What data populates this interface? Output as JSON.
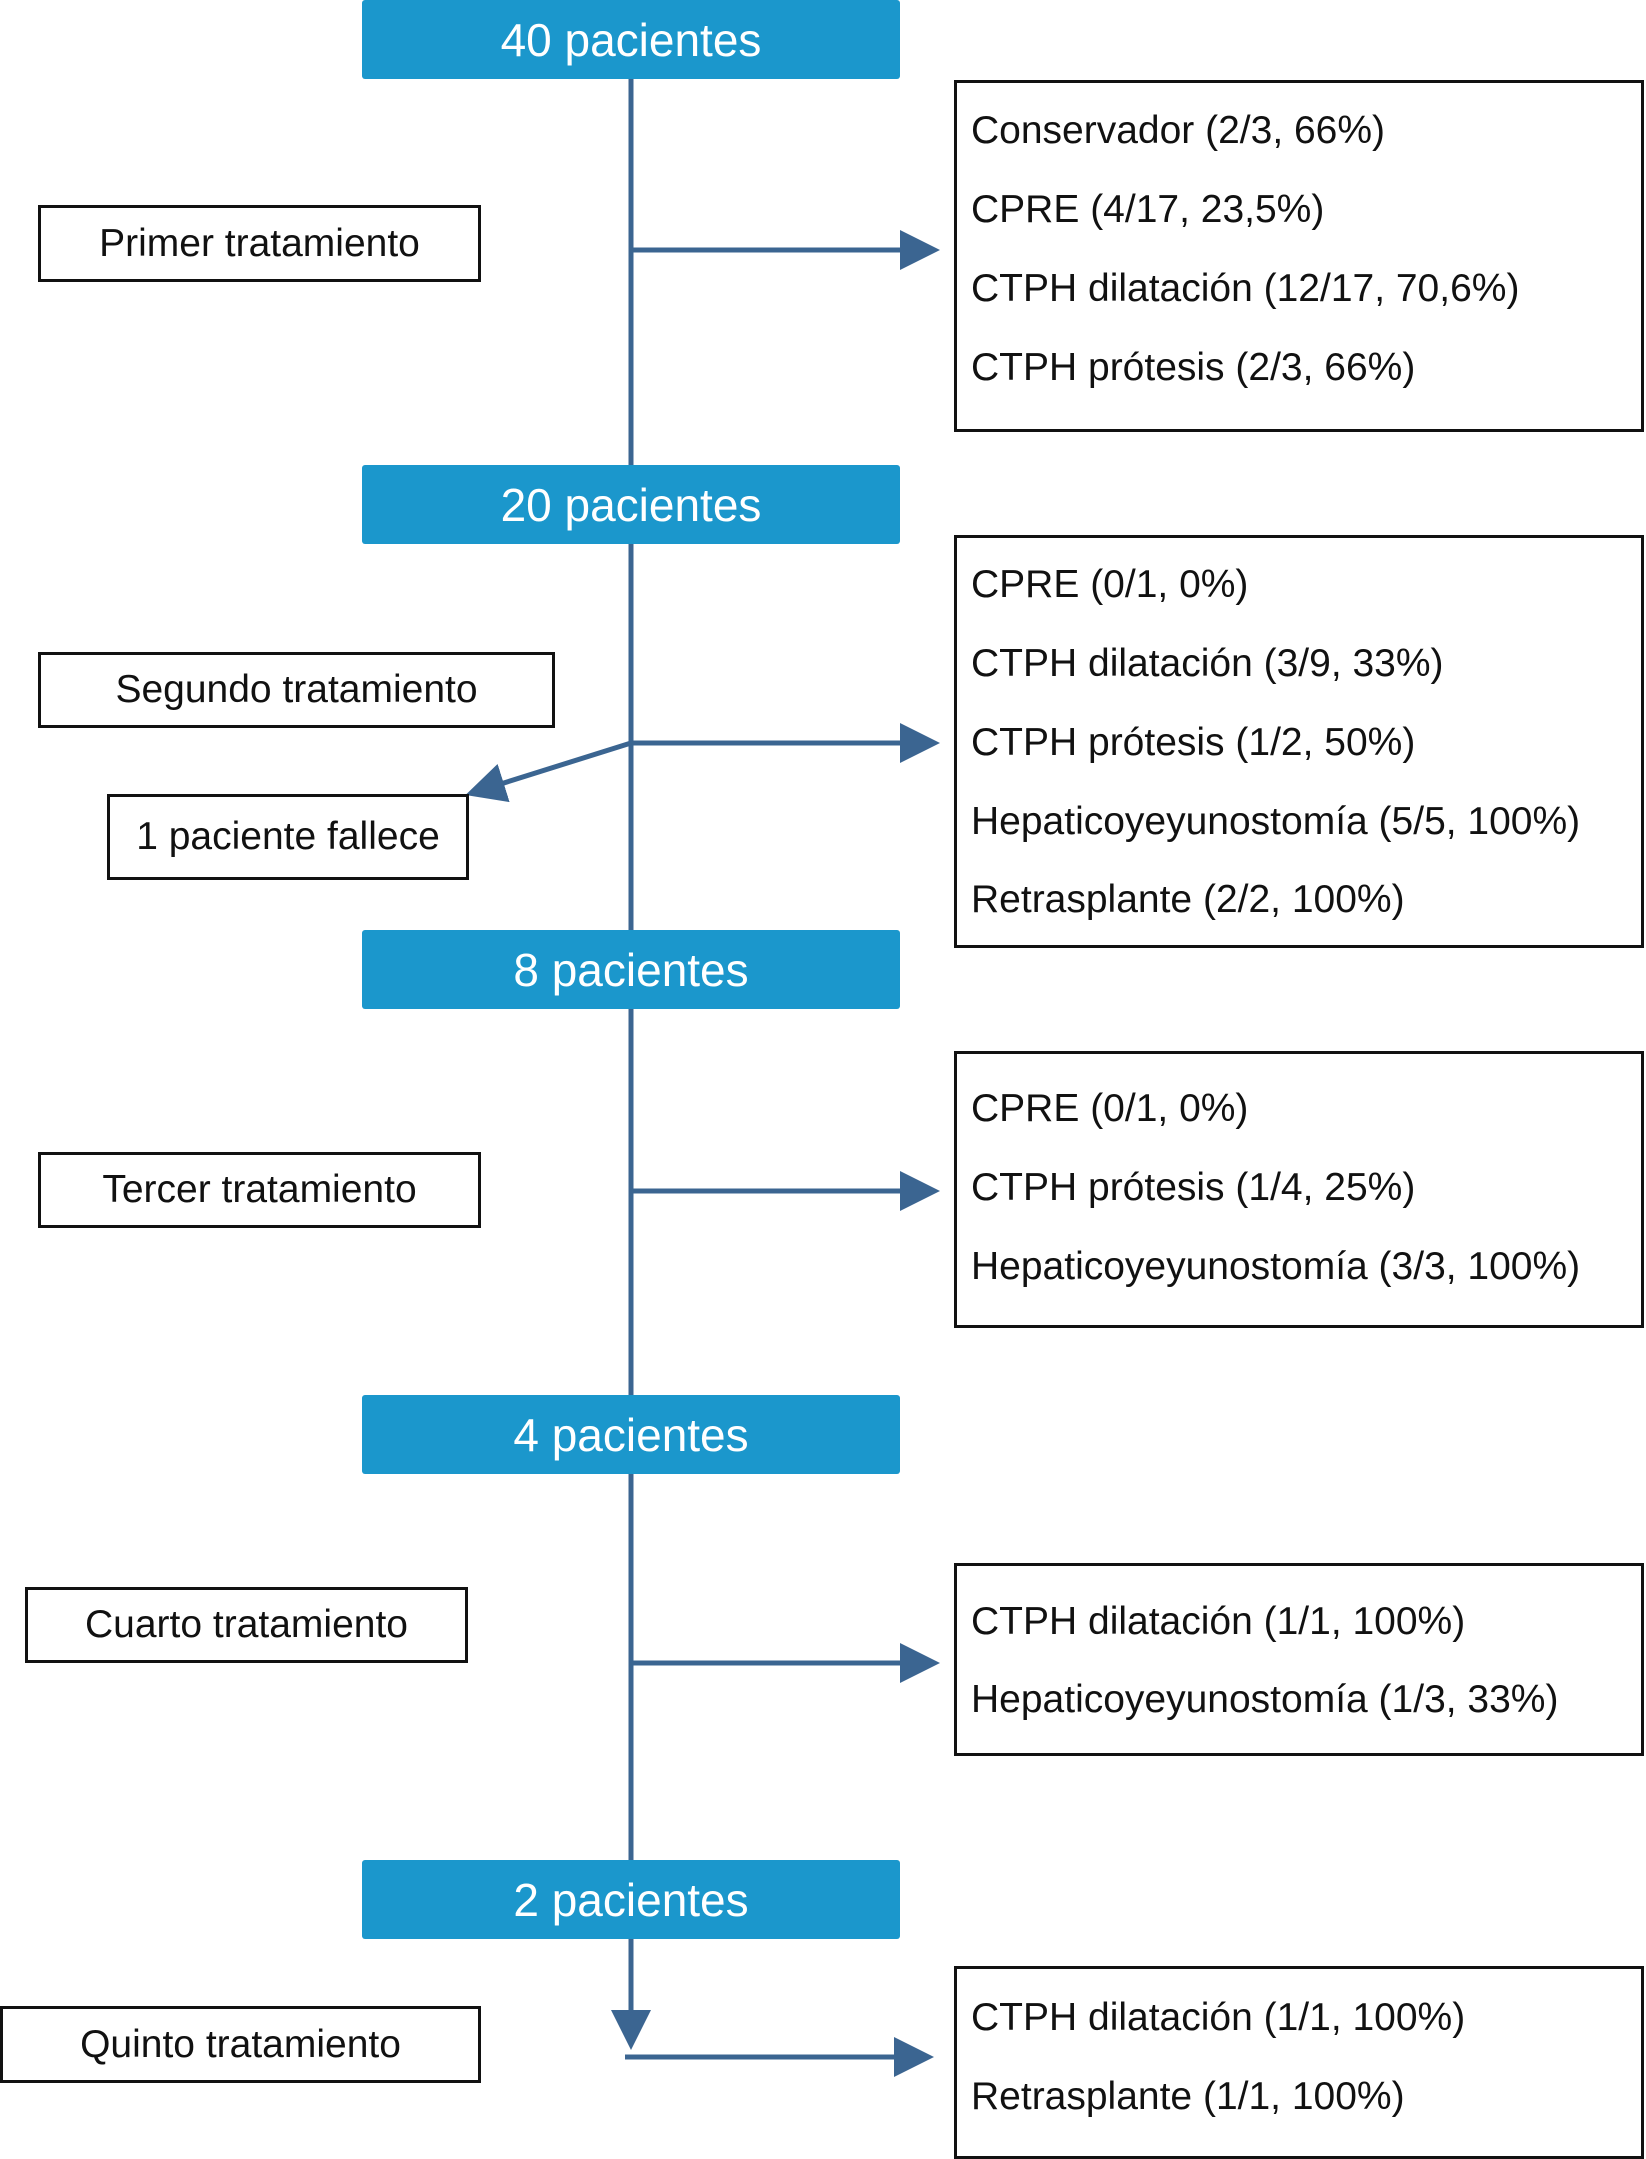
{
  "stages": [
    {
      "label": "40 pacientes"
    },
    {
      "label": "20 pacientes"
    },
    {
      "label": "8 pacientes"
    },
    {
      "label": "4 pacientes"
    },
    {
      "label": "2 pacientes"
    }
  ],
  "treatments": [
    {
      "label": "Primer tratamiento",
      "results": [
        "Conservador (2/3, 66%)",
        "CPRE (4/17, 23,5%)",
        "CTPH dilatación (12/17, 70,6%)",
        "CTPH prótesis (2/3, 66%)"
      ]
    },
    {
      "label": "Segundo tratamiento",
      "results": [
        "CPRE (0/1, 0%)",
        "CTPH dilatación (3/9, 33%)",
        "CTPH prótesis (1/2, 50%)",
        "Hepaticoyeyunostomía (5/5, 100%)",
        "Retrasplante (2/2, 100%)"
      ]
    },
    {
      "label": "Tercer tratamiento",
      "results": [
        "CPRE (0/1, 0%)",
        "CTPH prótesis (1/4, 25%)",
        "Hepaticoyeyunostomía (3/3, 100%)"
      ]
    },
    {
      "label": "Cuarto tratamiento",
      "results": [
        "CTPH dilatación (1/1, 100%)",
        "Hepaticoyeyunostomía (1/3, 33%)"
      ]
    },
    {
      "label": "Quinto tratamiento",
      "results": [
        "CTPH dilatación (1/1, 100%)",
        "Retrasplante (1/1, 100%)"
      ]
    }
  ],
  "death_note": "1 paciente fallece",
  "colors": {
    "stage_fill": "#1b97cc",
    "arrow": "#3b6591",
    "box_border": "#111111"
  }
}
